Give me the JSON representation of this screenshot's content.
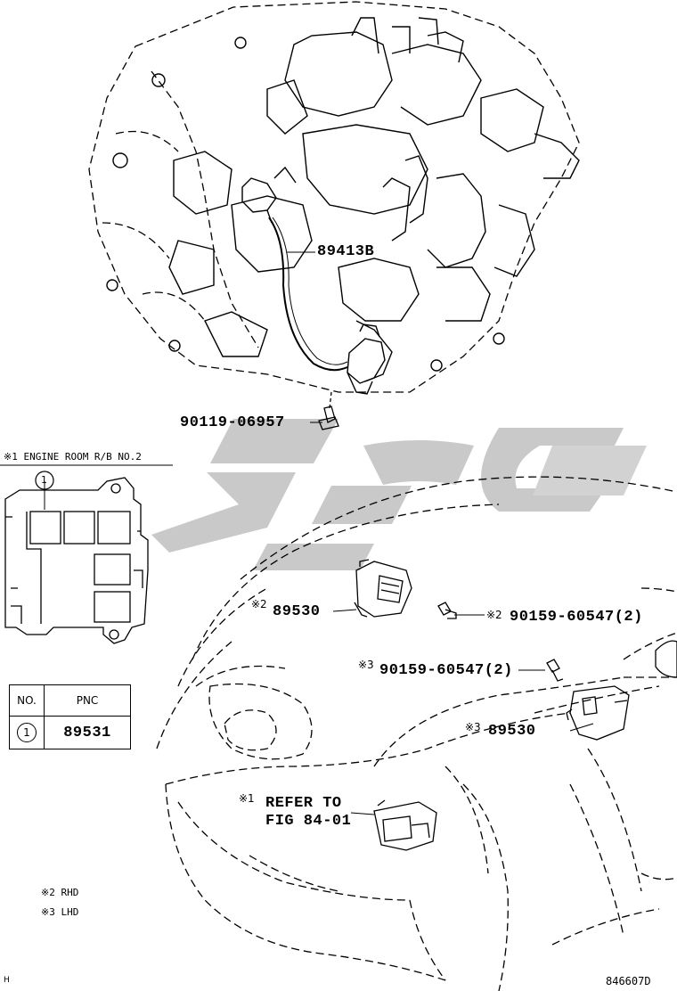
{
  "callouts": {
    "speed_sensor": "89413B",
    "bolt_sensor": "90119-06957",
    "ecu_rhd_mark": "※2",
    "ecu_rhd": "89530",
    "bolt_rhd_mark": "※2",
    "bolt_rhd": "90159-60547(2)",
    "bolt_lhd_mark": "※3",
    "bolt_lhd": "90159-60547(2)",
    "ecu_lhd_mark": "※3",
    "ecu_lhd": "89530",
    "refer_mark": "※1",
    "refer_line1": "REFER TO",
    "refer_line2": "FIG 84-01"
  },
  "relay_box": {
    "title": "※1 ENGINE ROOM R/B NO.2",
    "callout_number": "1"
  },
  "pnc_table": {
    "header_no": "NO.",
    "header_pnc": "PNC",
    "row_no": "1",
    "row_pnc": "89531"
  },
  "legend": {
    "rhd": "※2 RHD",
    "lhd": "※3 LHD"
  },
  "footer": {
    "corner_mark": "H",
    "figure_id": "846607D"
  },
  "colors": {
    "line": "#000000",
    "watermark": "#c4c4c4"
  }
}
